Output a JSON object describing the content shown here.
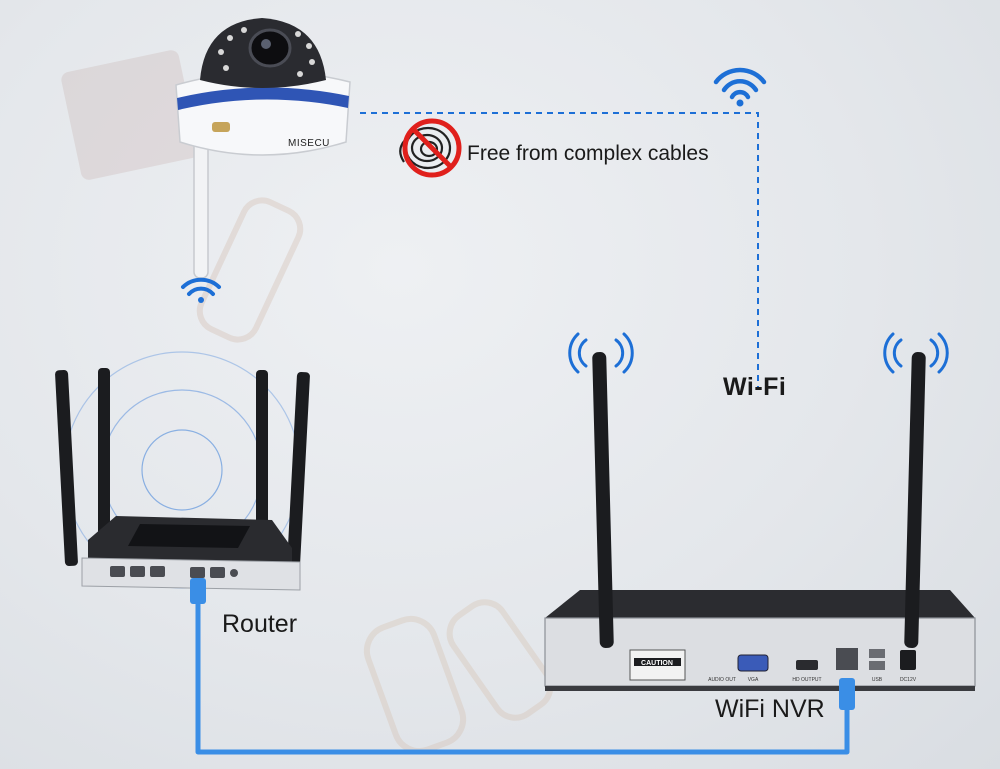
{
  "diagram": {
    "wifi_label": "Wi-Fi",
    "cables_label": "Free from complex cables",
    "router_label": "Router",
    "nvr_label": "WiFi NVR",
    "camera_brand": "MISECU",
    "nvr_caution_label": "CAUTION",
    "nvr_port_labels": [
      "AUDIO OUT",
      "VGA",
      "HD OUTPUT",
      "USB",
      "DC12V"
    ],
    "colors": {
      "link_blue": "#1d6fd6",
      "cable_blue": "#3a8ee6",
      "prohibit_red": "#e0201c",
      "device_black": "#1e1f22"
    }
  }
}
